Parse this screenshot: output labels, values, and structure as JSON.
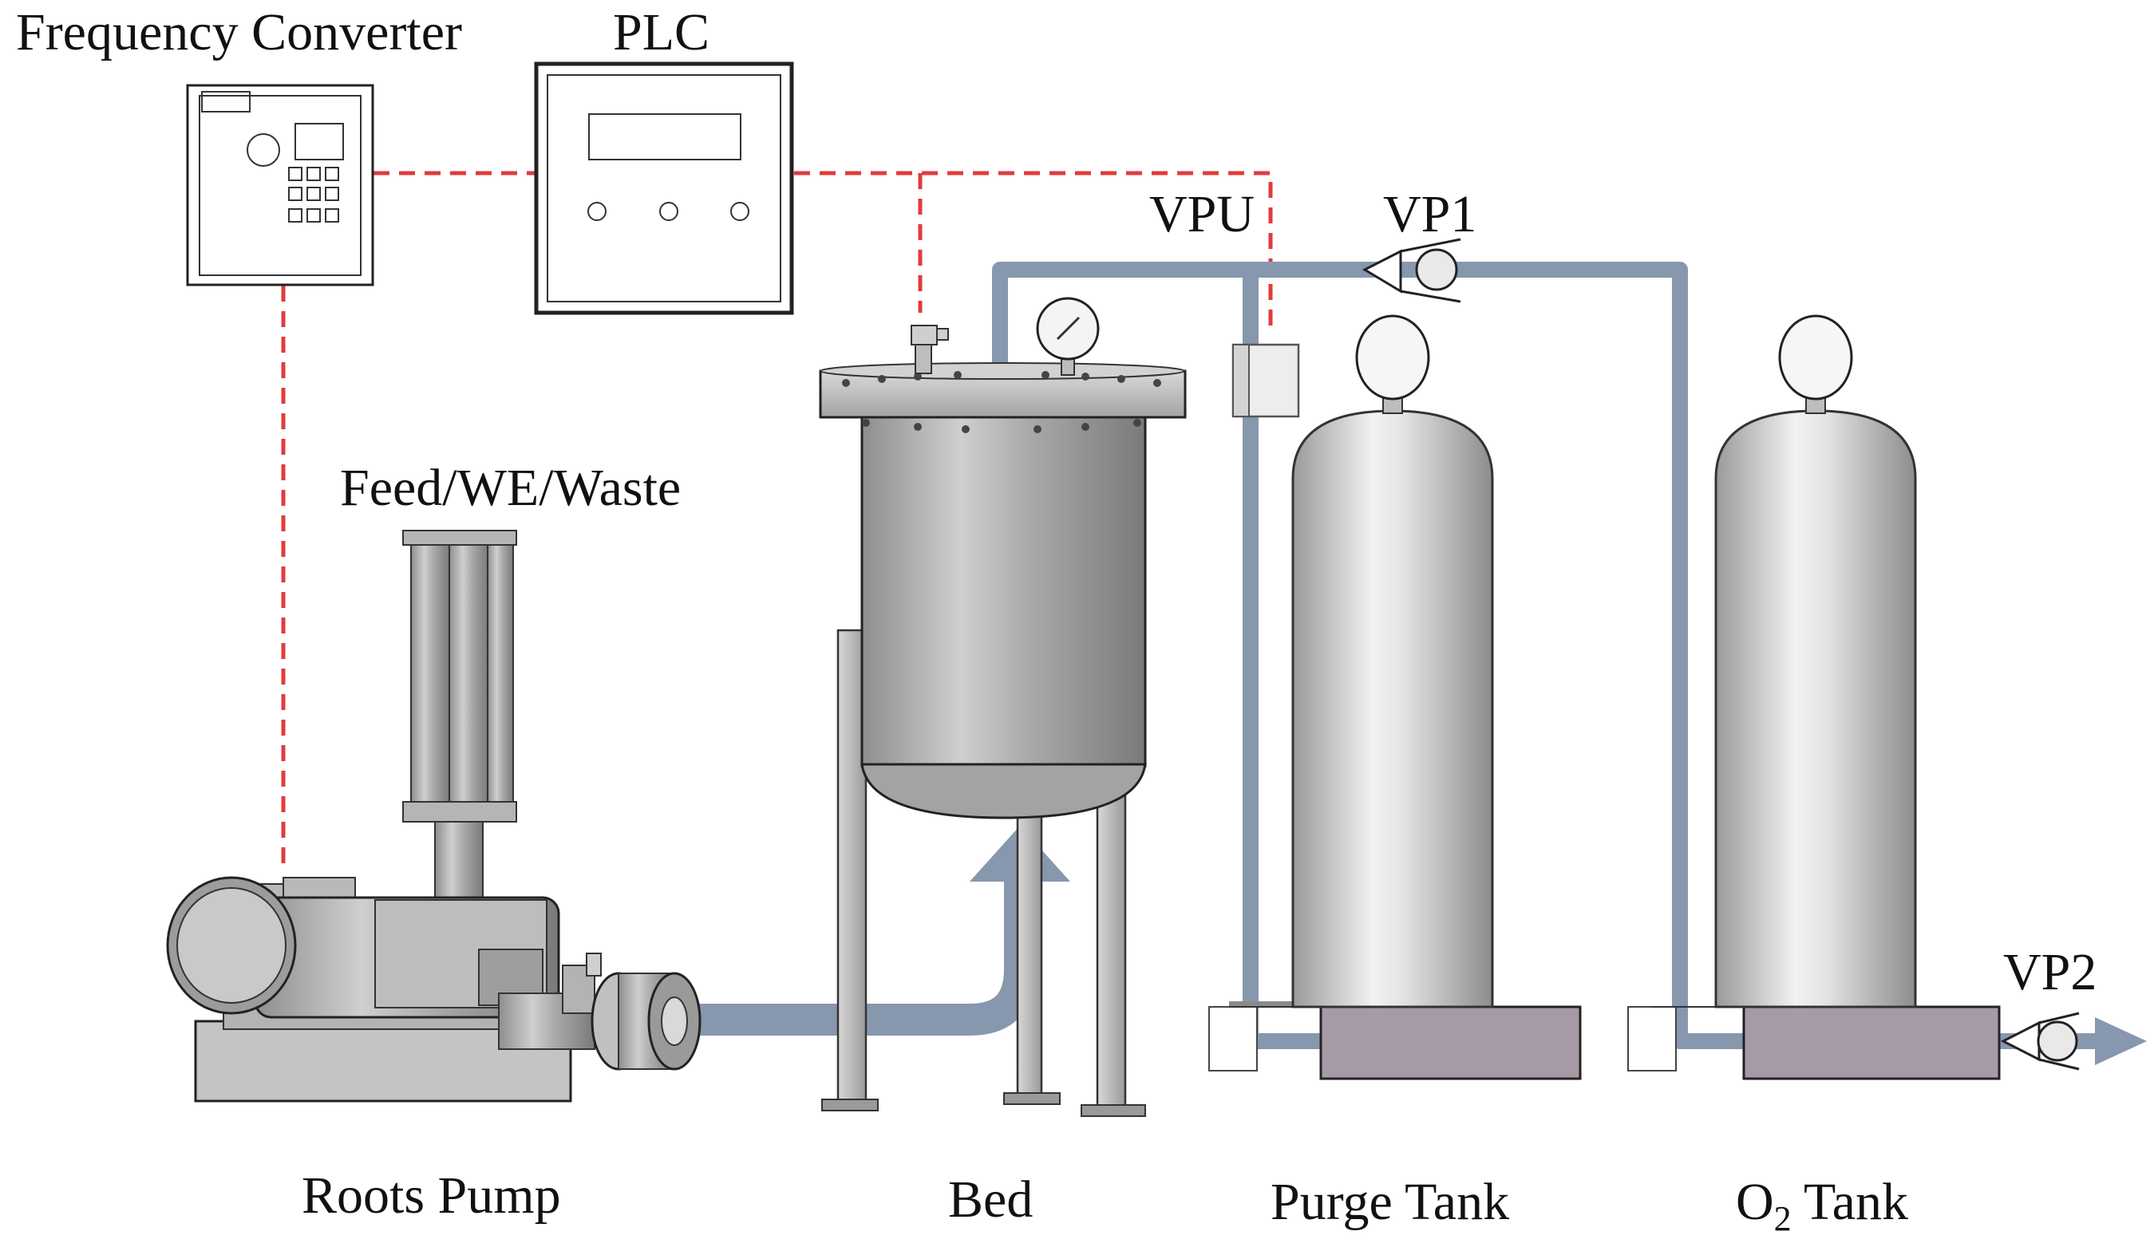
{
  "labels": {
    "frequency_converter": "Frequency Converter",
    "plc": "PLC",
    "vpu": "VPU",
    "vp1": "VP1",
    "vp2": "VP2",
    "feed": "Feed/WE/Waste",
    "roots_pump": "Roots Pump",
    "bed": "Bed",
    "purge_tank": "Purge Tank",
    "o2_tank_prefix": "O",
    "o2_tank_sub": "2",
    "o2_tank_suffix": " Tank"
  },
  "colors": {
    "signal_line": "#e23b3b",
    "gas_pipe": "#8797ad",
    "tank_base": "#a59aa5"
  }
}
